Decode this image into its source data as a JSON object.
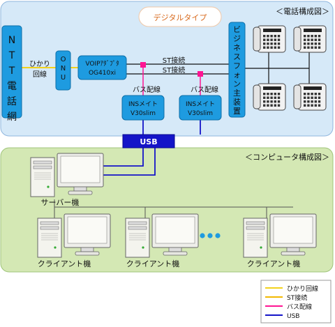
{
  "colors": {
    "phone_panel": "#d6e9f8",
    "phone_panel_border": "#8fb6de",
    "computer_panel": "#d4e8b4",
    "computer_panel_border": "#9fc47a",
    "device_fill": "#1e9be0",
    "device_border": "#0d6fa8",
    "usb_fill": "#1414c8",
    "line_hikari": "#f2d21c",
    "line_st": "#111111",
    "line_bus": "#ff1493",
    "line_usb": "#1414c8",
    "badge_text": "#d86a1e"
  },
  "phone_section": {
    "title": "＜電話構成図＞"
  },
  "computer_section": {
    "title": "＜コンピュータ構成図＞"
  },
  "ntt": {
    "label": "NTT電話網"
  },
  "hikari_label": "ひかり\n回線",
  "onu": {
    "label": "ONU"
  },
  "voip": {
    "line1": "VOIPｱﾀﾞﾌﾟﾀ",
    "line2": "OG410xi"
  },
  "st_labels": [
    "ST接続",
    "ST接続"
  ],
  "bus_labels": [
    "バス配線",
    "バス配線"
  ],
  "ins_meite": [
    {
      "line1": "INSメイト",
      "line2": "V30slim"
    },
    {
      "line1": "INSメイト",
      "line2": "V30slim"
    }
  ],
  "business_phone": {
    "label": "ビジネスフォン主装置"
  },
  "badge": {
    "label": "デジタルタイプ"
  },
  "usb": {
    "label": "USB"
  },
  "server": {
    "label": "サーバー機"
  },
  "clients": [
    {
      "label": "クライアント機"
    },
    {
      "label": "クライアント機"
    },
    {
      "label": "クライアント機"
    }
  ],
  "legend": [
    {
      "label": "ひかり回線",
      "color": "#f2d21c"
    },
    {
      "label": "ST接続",
      "color": "#f2b800"
    },
    {
      "label": "バス配線",
      "color": "#ff1493"
    },
    {
      "label": "USB",
      "color": "#1414c8"
    }
  ]
}
